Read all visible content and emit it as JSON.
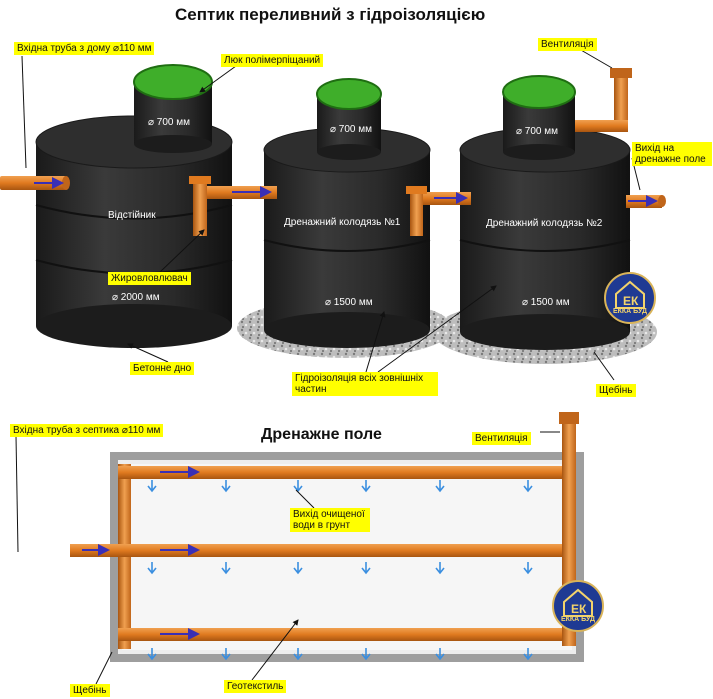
{
  "title_top": "Септик  переливний з гідроізоляцією",
  "title_field": "Дренажне поле",
  "callouts": {
    "inlet_home": "Вхідна труба з дому ⌀110 мм",
    "hatch": "Люк полімерпіщаний",
    "vent_top": "Вентиляція",
    "outlet_field": "Вихід на дренажне поле",
    "grease_trap": "Жировловлювач",
    "concrete_bottom": "Бетонне дно",
    "waterproofing": "Гідроізоляція всіх зовнішніх частин",
    "gravel_top": "Щебінь",
    "inlet_septic": "Вхідна труба з септика ⌀110 мм",
    "vent_field": "Вентиляція",
    "clean_water": "Вихід очищеної води в грунт",
    "gravel_bottom": "Щебінь",
    "geotextile": "Геотекстиль"
  },
  "tanks": [
    {
      "name": "Відстійник",
      "neck": "⌀ 700 мм",
      "diameter": "⌀ 2000 мм"
    },
    {
      "name": "Дренажний колодязь №1",
      "neck": "⌀ 700 мм",
      "diameter": "⌀ 1500 мм"
    },
    {
      "name": "Дренажний колодязь №2",
      "neck": "⌀ 700 мм",
      "diameter": "⌀ 1500 мм"
    }
  ],
  "logo": {
    "letters_left": "Е",
    "letters_right": "К",
    "brand": "ЕККА БУД"
  },
  "colors": {
    "pipe": "#e07a1f",
    "tank": "#2b2b2b",
    "lid": "#3fae2a",
    "callout": "#ffff00",
    "arrow": "#3a2fb5",
    "water_arrow": "#3b8fe0"
  }
}
